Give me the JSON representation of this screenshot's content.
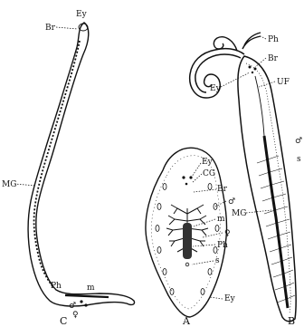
{
  "figure": {
    "panels": [
      {
        "id": "C",
        "caption": "C",
        "labels": {
          "eye": "Ey",
          "brain": "Br",
          "gut": "MG",
          "pharynx": "Ph",
          "mouth": "m",
          "male": "♂",
          "female": "♀"
        }
      },
      {
        "id": "A",
        "caption": "A",
        "labels": {
          "eye": "Ey",
          "cerebral_ganglion": "CG",
          "brain": "Br",
          "male": "♂",
          "mouth": "m",
          "female": "♀",
          "pharynx": "Ph",
          "s": "s",
          "eye2": "Ey"
        }
      },
      {
        "id": "B",
        "caption": "B",
        "labels": {
          "pharynx": "Ph",
          "brain": "Br",
          "eye": "Ey",
          "uterus": "UF",
          "male": "♂",
          "s": "s",
          "gut": "MG"
        }
      }
    ]
  }
}
